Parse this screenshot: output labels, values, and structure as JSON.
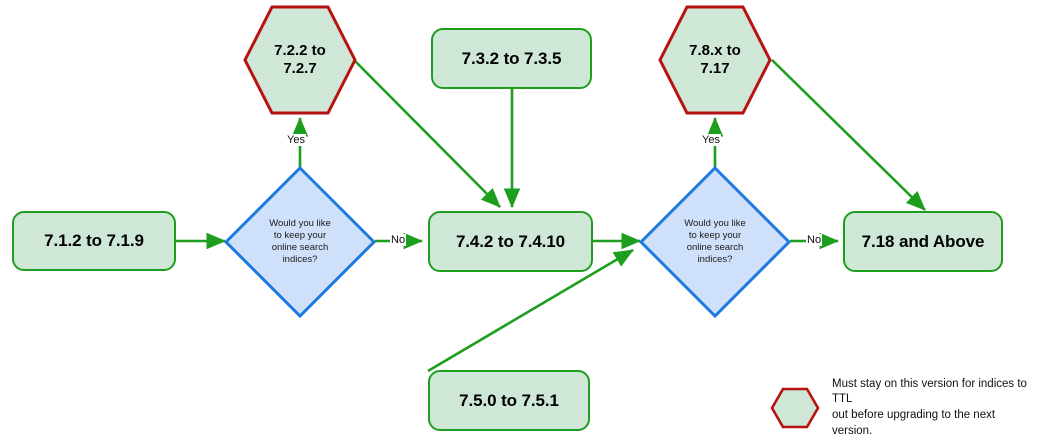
{
  "diagram": {
    "title": "Elasticsearch upgrade path flowchart",
    "colors": {
      "node_fill": "#cfe7d7",
      "node_border": "#1e9e1e",
      "decision_fill": "#cfe0fa",
      "decision_border": "#1f7ae0",
      "hex_border": "#b81111",
      "edge": "#1e9e1e",
      "text": "#000000",
      "background": "#ffffff"
    },
    "nodes": [
      {
        "id": "n1",
        "shape": "process",
        "label": "7.1.2 to 7.1.9"
      },
      {
        "id": "n2",
        "shape": "hexagon",
        "label_line1": "7.2.2 to",
        "label_line2": "7.2.7"
      },
      {
        "id": "n3",
        "shape": "process",
        "label": "7.3.2 to 7.3.5"
      },
      {
        "id": "n4",
        "shape": "process",
        "label": "7.4.2 to 7.4.10"
      },
      {
        "id": "n5",
        "shape": "process",
        "label": "7.5.0 to 7.5.1"
      },
      {
        "id": "n6",
        "shape": "hexagon",
        "label_line1": "7.8.x to",
        "label_line2": "7.17"
      },
      {
        "id": "n7",
        "shape": "process",
        "label": "7.18 and Above"
      }
    ],
    "decisions": [
      {
        "id": "d1",
        "line1": "Would you like",
        "line2": "to keep your",
        "line3": "online search",
        "line4": "indices?"
      },
      {
        "id": "d2",
        "line1": "Would you like",
        "line2": "to keep your",
        "line3": "online search",
        "line4": "indices?"
      }
    ],
    "edge_labels": {
      "d1_yes": "Yes",
      "d1_no": "No",
      "d2_yes": "Yes",
      "d2_no": "No"
    },
    "legend": {
      "icon": "hexagon-icon",
      "line1": "Must stay on this version for indices to TTL",
      "line2": "out before upgrading to the next version."
    }
  }
}
